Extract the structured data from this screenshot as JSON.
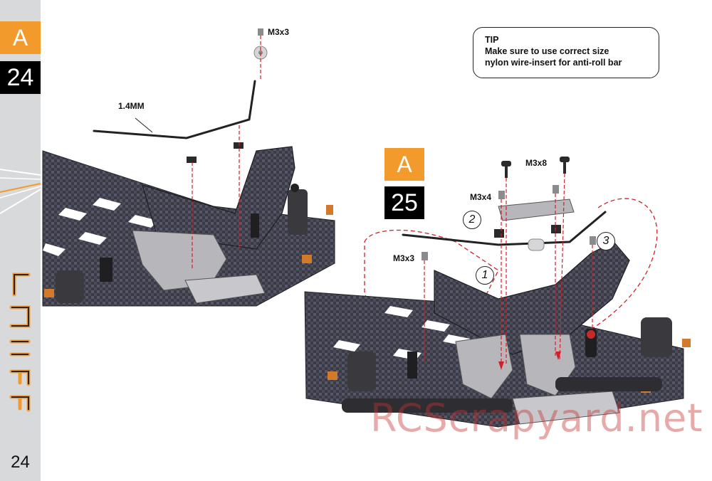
{
  "sidebar": {
    "step1": {
      "letter": "A",
      "number": "24"
    },
    "page_number": "24",
    "brand_icon": "swift-logo-icon"
  },
  "step2": {
    "letter": "A",
    "number": "25"
  },
  "labels": {
    "m3x3_top": "M3x3",
    "wire_size": "1.4MM",
    "m3x8": "M3x8",
    "m3x4": "M3x4",
    "m3x3_right": "M3x3"
  },
  "tip": {
    "title": "TIP",
    "line1": "Make sure to use correct size",
    "line2": "nylon wire-insert for anti-roll bar"
  },
  "callouts": {
    "c1": "1",
    "c2": "2",
    "c3": "3"
  },
  "watermark": "RCScrapyard.net",
  "colors": {
    "accent": "#f39a2c",
    "guide": "#d0202a",
    "carbon": "#3a3a44",
    "alloy": "#b8b8bc"
  }
}
